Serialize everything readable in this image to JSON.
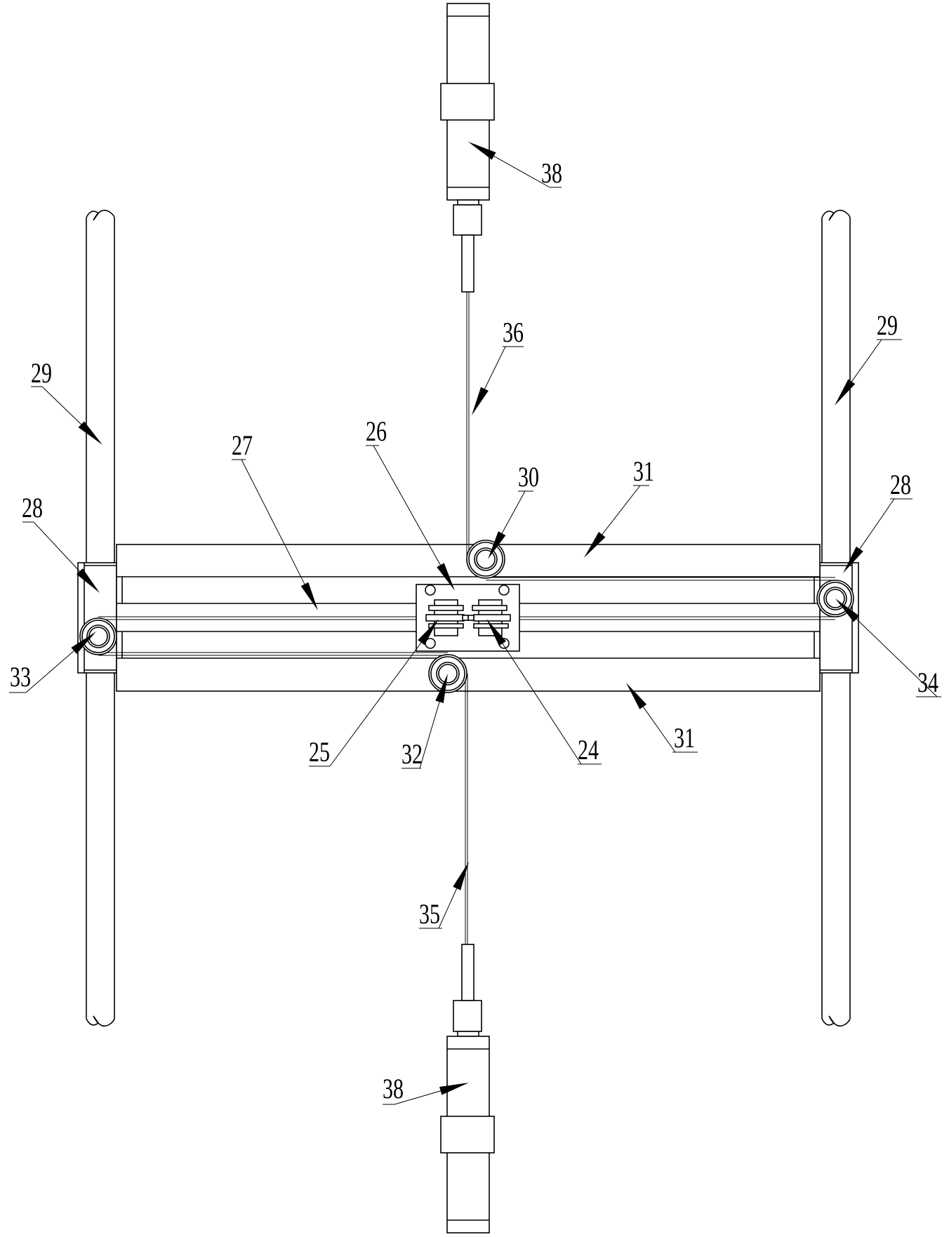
{
  "figure": {
    "labels": [
      "38",
      "36",
      "29",
      "29",
      "27",
      "26",
      "30",
      "31",
      "28",
      "28",
      "33",
      "34",
      "25",
      "32",
      "24",
      "31",
      "35",
      "38"
    ]
  },
  "colors": {
    "ink": "#000000",
    "paper": "#ffffff"
  }
}
